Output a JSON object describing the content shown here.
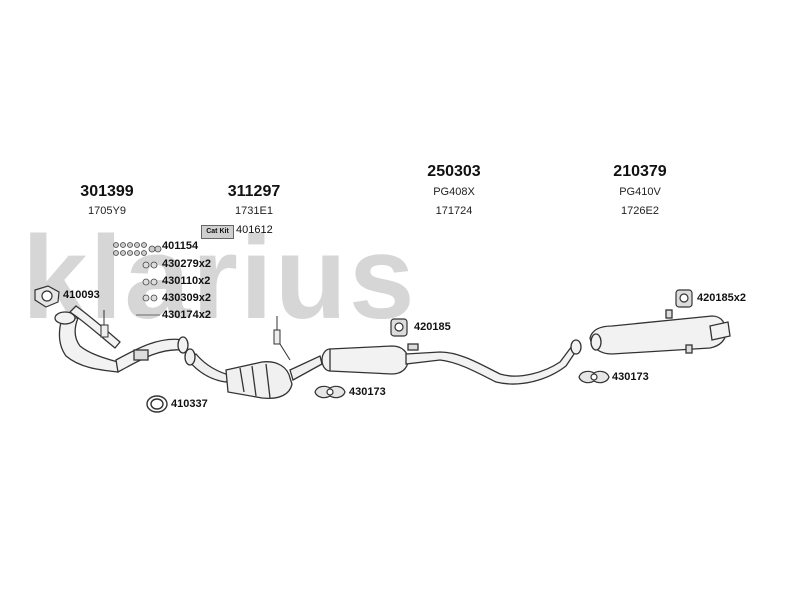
{
  "watermark": "klarius",
  "groups": [
    {
      "number": "301399",
      "codes": [
        "1705Y9"
      ]
    },
    {
      "number": "311297",
      "codes": [
        "1731E1"
      ]
    },
    {
      "number": "250303",
      "codes": [
        "PG408X",
        "171724"
      ]
    },
    {
      "number": "210379",
      "codes": [
        "PG410V",
        "1726E2"
      ]
    }
  ],
  "cat_kit": {
    "label": "Cat Kit",
    "code": "401612"
  },
  "parts": {
    "p401154": "401154",
    "p430279": "430279x2",
    "p430110": "430110x2",
    "p430309": "430309x2",
    "p430174": "430174x2",
    "p410093": "410093",
    "p410337": "410337",
    "p420185": "420185",
    "p430173a": "430173",
    "p430173b": "430173",
    "p420185x2": "420185x2"
  }
}
